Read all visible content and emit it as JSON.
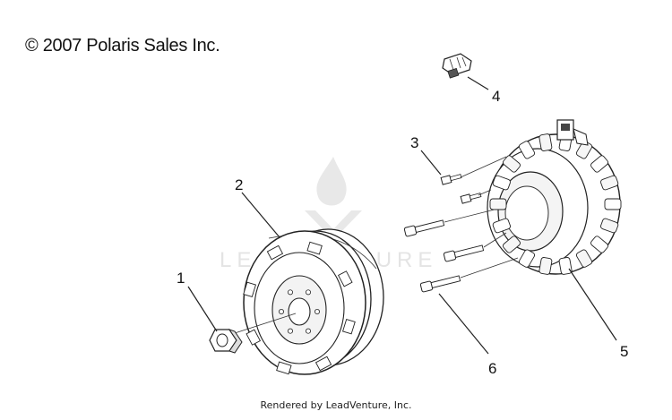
{
  "copyright": "© 2007 Polaris Sales Inc.",
  "footer": "Rendered by LeadVenture, Inc.",
  "watermark": "LEADVENTURE",
  "callouts": [
    "1",
    "2",
    "3",
    "4",
    "5",
    "6"
  ],
  "parts": [
    "flywheel-nut-icon",
    "flywheel-icon",
    "screw-icon",
    "connector-clip-icon",
    "stator-icon",
    "bolt-icon"
  ]
}
